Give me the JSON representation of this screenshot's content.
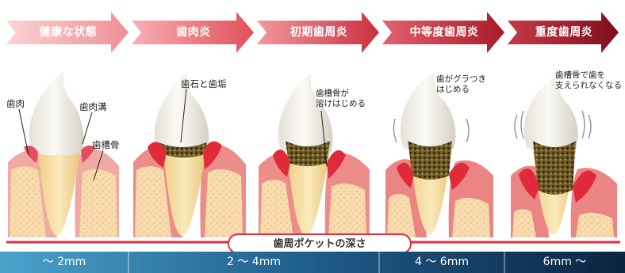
{
  "stages": [
    {
      "label": "健康な状態"
    },
    {
      "label": "歯肉炎"
    },
    {
      "label": "初期歯周炎"
    },
    {
      "label": "中等度歯周炎"
    },
    {
      "label": "重度歯周炎"
    }
  ],
  "annotations": {
    "gum": "歯肉",
    "gum_groove": "歯肉溝",
    "alveolar_bone": "歯槽骨",
    "tartar": "歯石と歯垢",
    "bone_line1": "歯槽骨が",
    "bone_line2": "溶けはじめる",
    "wobble_line1": "歯がグラつき",
    "wobble_line2": "はじめる",
    "severe_line1": "歯槽骨で歯を",
    "severe_line2": "支えられなくなる"
  },
  "pocket_depth_label": "歯周ポケットの深さ",
  "depth_ranges": [
    "～ 2mm",
    "2 ～ 4mm",
    "4 ～ 6mm",
    "6mm ～"
  ],
  "colors": {
    "arrow_light": "#f5b9b9",
    "arrow_dark": "#8e1422",
    "band_light": "#4aa0c8",
    "band_dark": "#0c2c48"
  }
}
